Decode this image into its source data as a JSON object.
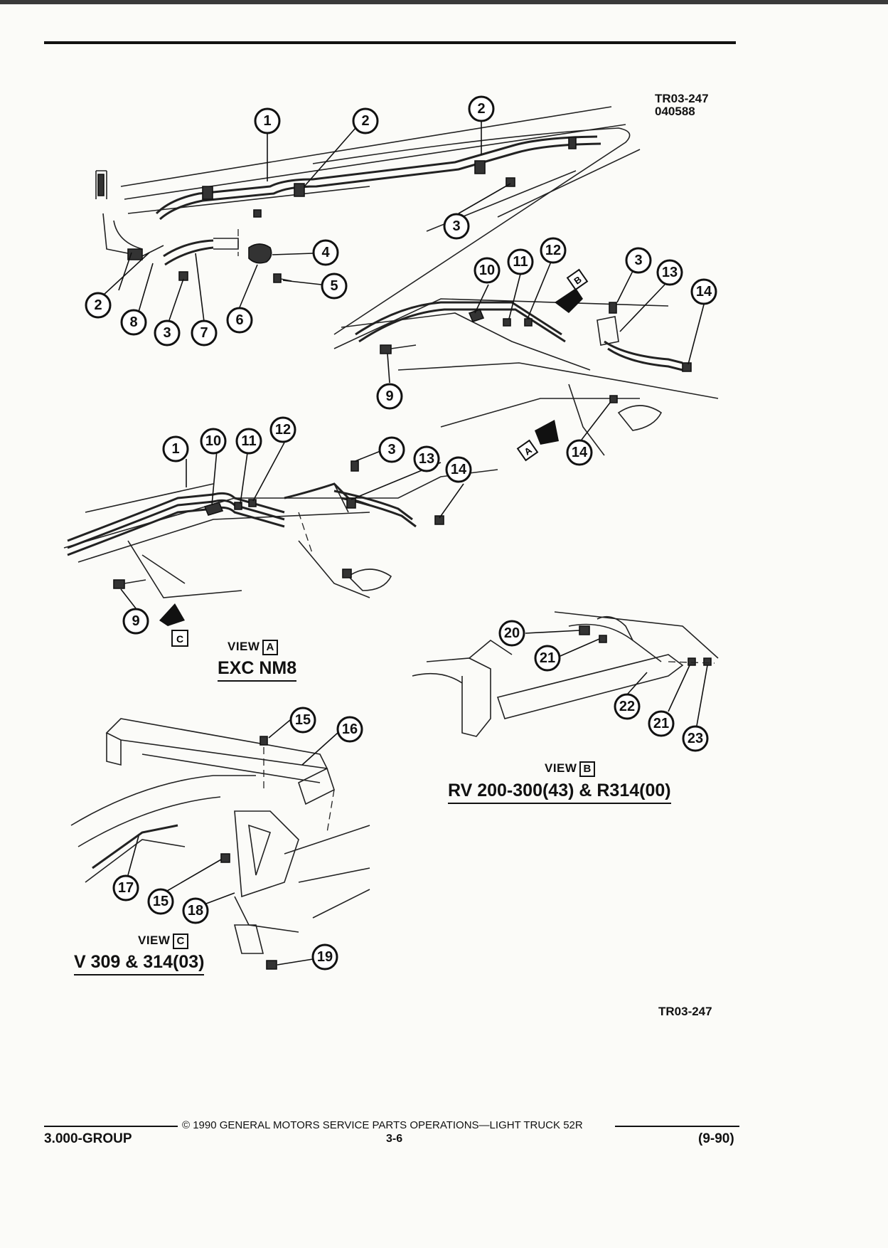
{
  "header": {
    "figure_ref": "TR03-247",
    "figure_date": "040588"
  },
  "callouts": {
    "c1a": "1",
    "c2a": "2",
    "c2b": "2",
    "c3a": "3",
    "c4": "4",
    "c5": "5",
    "c2c": "2",
    "c8": "8",
    "c3b": "3",
    "c7": "7",
    "c6": "6",
    "c10a": "10",
    "c11a": "11",
    "c12a": "12",
    "c3c": "3",
    "c13a": "13",
    "c14a": "14",
    "c9a": "9",
    "c14b": "14",
    "c1b": "1",
    "c10b": "10",
    "c11b": "11",
    "c12b": "12",
    "c3d": "3",
    "c13b": "13",
    "c14c": "14",
    "c9b": "9",
    "c20": "20",
    "c21a": "21",
    "c22": "22",
    "c21b": "21",
    "c23": "23",
    "c15a": "15",
    "c16": "16",
    "c17": "17",
    "c15b": "15",
    "c18": "18",
    "c19": "19"
  },
  "view_markers": {
    "a": "A",
    "b": "B",
    "c": "C"
  },
  "views": {
    "a": {
      "label": "VIEW",
      "box": "A",
      "title": "EXC NM8"
    },
    "b": {
      "label": "VIEW",
      "box": "B",
      "title": "RV 200-300(43) & R314(00)"
    },
    "c": {
      "label": "VIEW",
      "box": "C",
      "title": "V 309 & 314(03)"
    }
  },
  "figure_ref_bottom": "TR03-247",
  "footer": {
    "copyright": "© 1990 GENERAL MOTORS SERVICE PARTS OPERATIONS—LIGHT TRUCK 52R",
    "group": "3.000-GROUP",
    "page": "3-6",
    "date_code": "(9-90)"
  }
}
